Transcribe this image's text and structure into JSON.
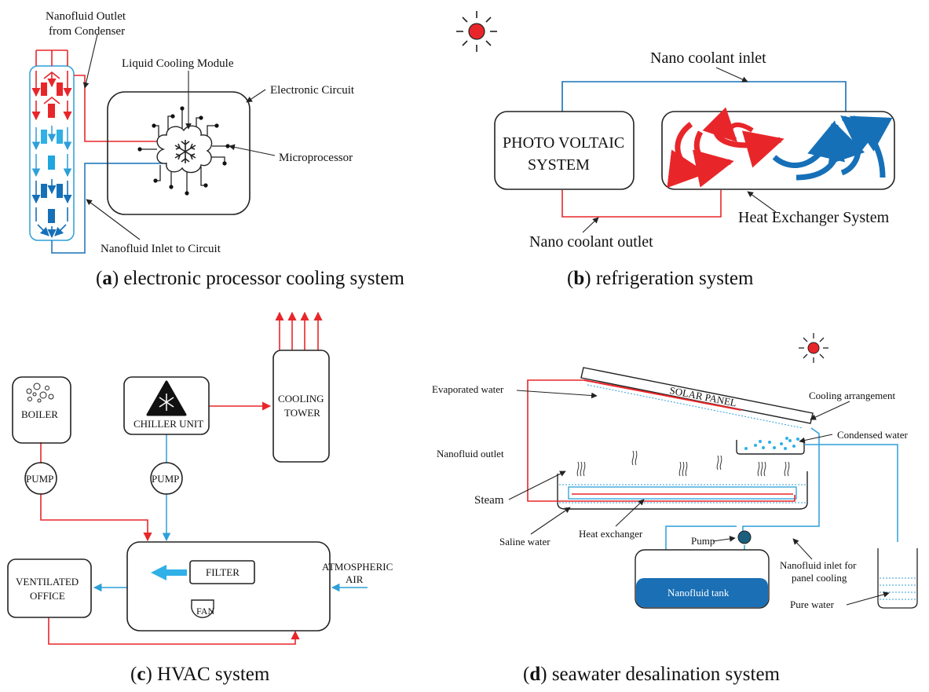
{
  "panel_a": {
    "outlet_label_1": "Nanofluid Outlet",
    "outlet_label_2": "from Condenser",
    "module_label": "Liquid Cooling Module",
    "circuit_label": "Electronic Circuit",
    "micro_label": "Microprocessor",
    "inlet_label": "Nanofluid Inlet to Circuit",
    "caption_letter": "a",
    "caption_text": " electronic processor cooling system"
  },
  "panel_b": {
    "inlet_label": "Nano coolant inlet",
    "pv_line1": "PHOTO VOLTAIC",
    "pv_line2": "SYSTEM",
    "hx_label": "Heat Exchanger System",
    "outlet_label": "Nano coolant outlet",
    "caption_letter": "b",
    "caption_text": " refrigeration system"
  },
  "panel_c": {
    "boiler": "BOILER",
    "chiller": "CHILLER UNIT",
    "tower_1": "COOLING",
    "tower_2": "TOWER",
    "pump_1": "PUMP",
    "pump_2": "PUMP",
    "office_1": "VENTILATED",
    "office_2": "OFFICE",
    "filter": "FILTER",
    "fan": "FAN",
    "air_1": "ATMOSPHERIC",
    "air_2": "AIR",
    "caption_letter": "c",
    "caption_text": " HVAC system"
  },
  "panel_d": {
    "evaporated": "Evaporated water",
    "solar": "SOLAR PANEL",
    "cooling": "Cooling arrangement",
    "condensed": "Condensed water",
    "outlet": "Nanofluid outlet",
    "steam": "Steam",
    "saline": "Saline water",
    "hx": "Heat exchanger",
    "pump": "Pump",
    "inlet_1": "Nanofluid inlet for",
    "inlet_2": "panel cooling",
    "tank": "Nanofluid tank",
    "pure": "Pure water",
    "caption_letter": "d",
    "caption_text": " seawater desalination system"
  },
  "colors": {
    "red": "#e8262a",
    "blue": "#2d9fd9",
    "dark_blue": "#1670b8",
    "tank_fill": "#1a6fb5",
    "sun": "#e8262a"
  }
}
